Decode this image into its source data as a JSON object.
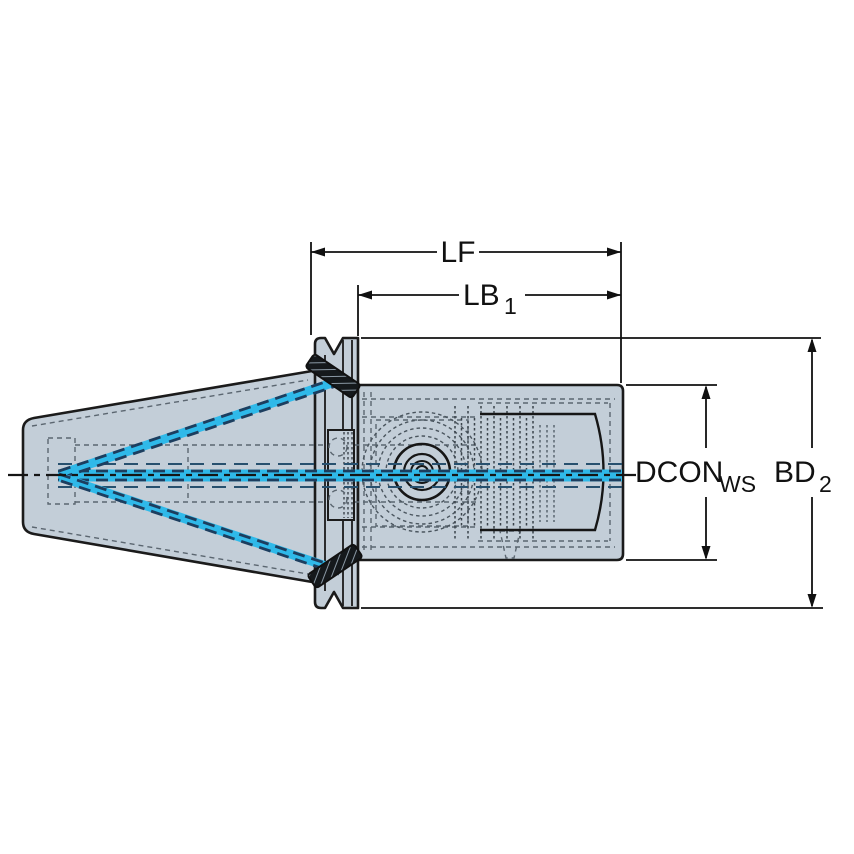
{
  "drawing": {
    "description": "Side-view engineering drawing of a taper-shank adapter with coolant channels and dimension callouts",
    "dimension_labels": {
      "lf": "LF",
      "lb_main": "LB",
      "lb_sub": "1",
      "dcon_main": "DCON",
      "dcon_sub": "WS",
      "bd_main": "BD",
      "bd_sub": "2"
    },
    "colors": {
      "background": "#ffffff",
      "body_fill": "#c3ced8",
      "outline": "#1b1b1b",
      "dimension_line": "#111111",
      "hidden_line": "#5b6670",
      "coolant_cyan": "#2fb9e9",
      "coolant_navy": "#1c3e5f"
    }
  }
}
